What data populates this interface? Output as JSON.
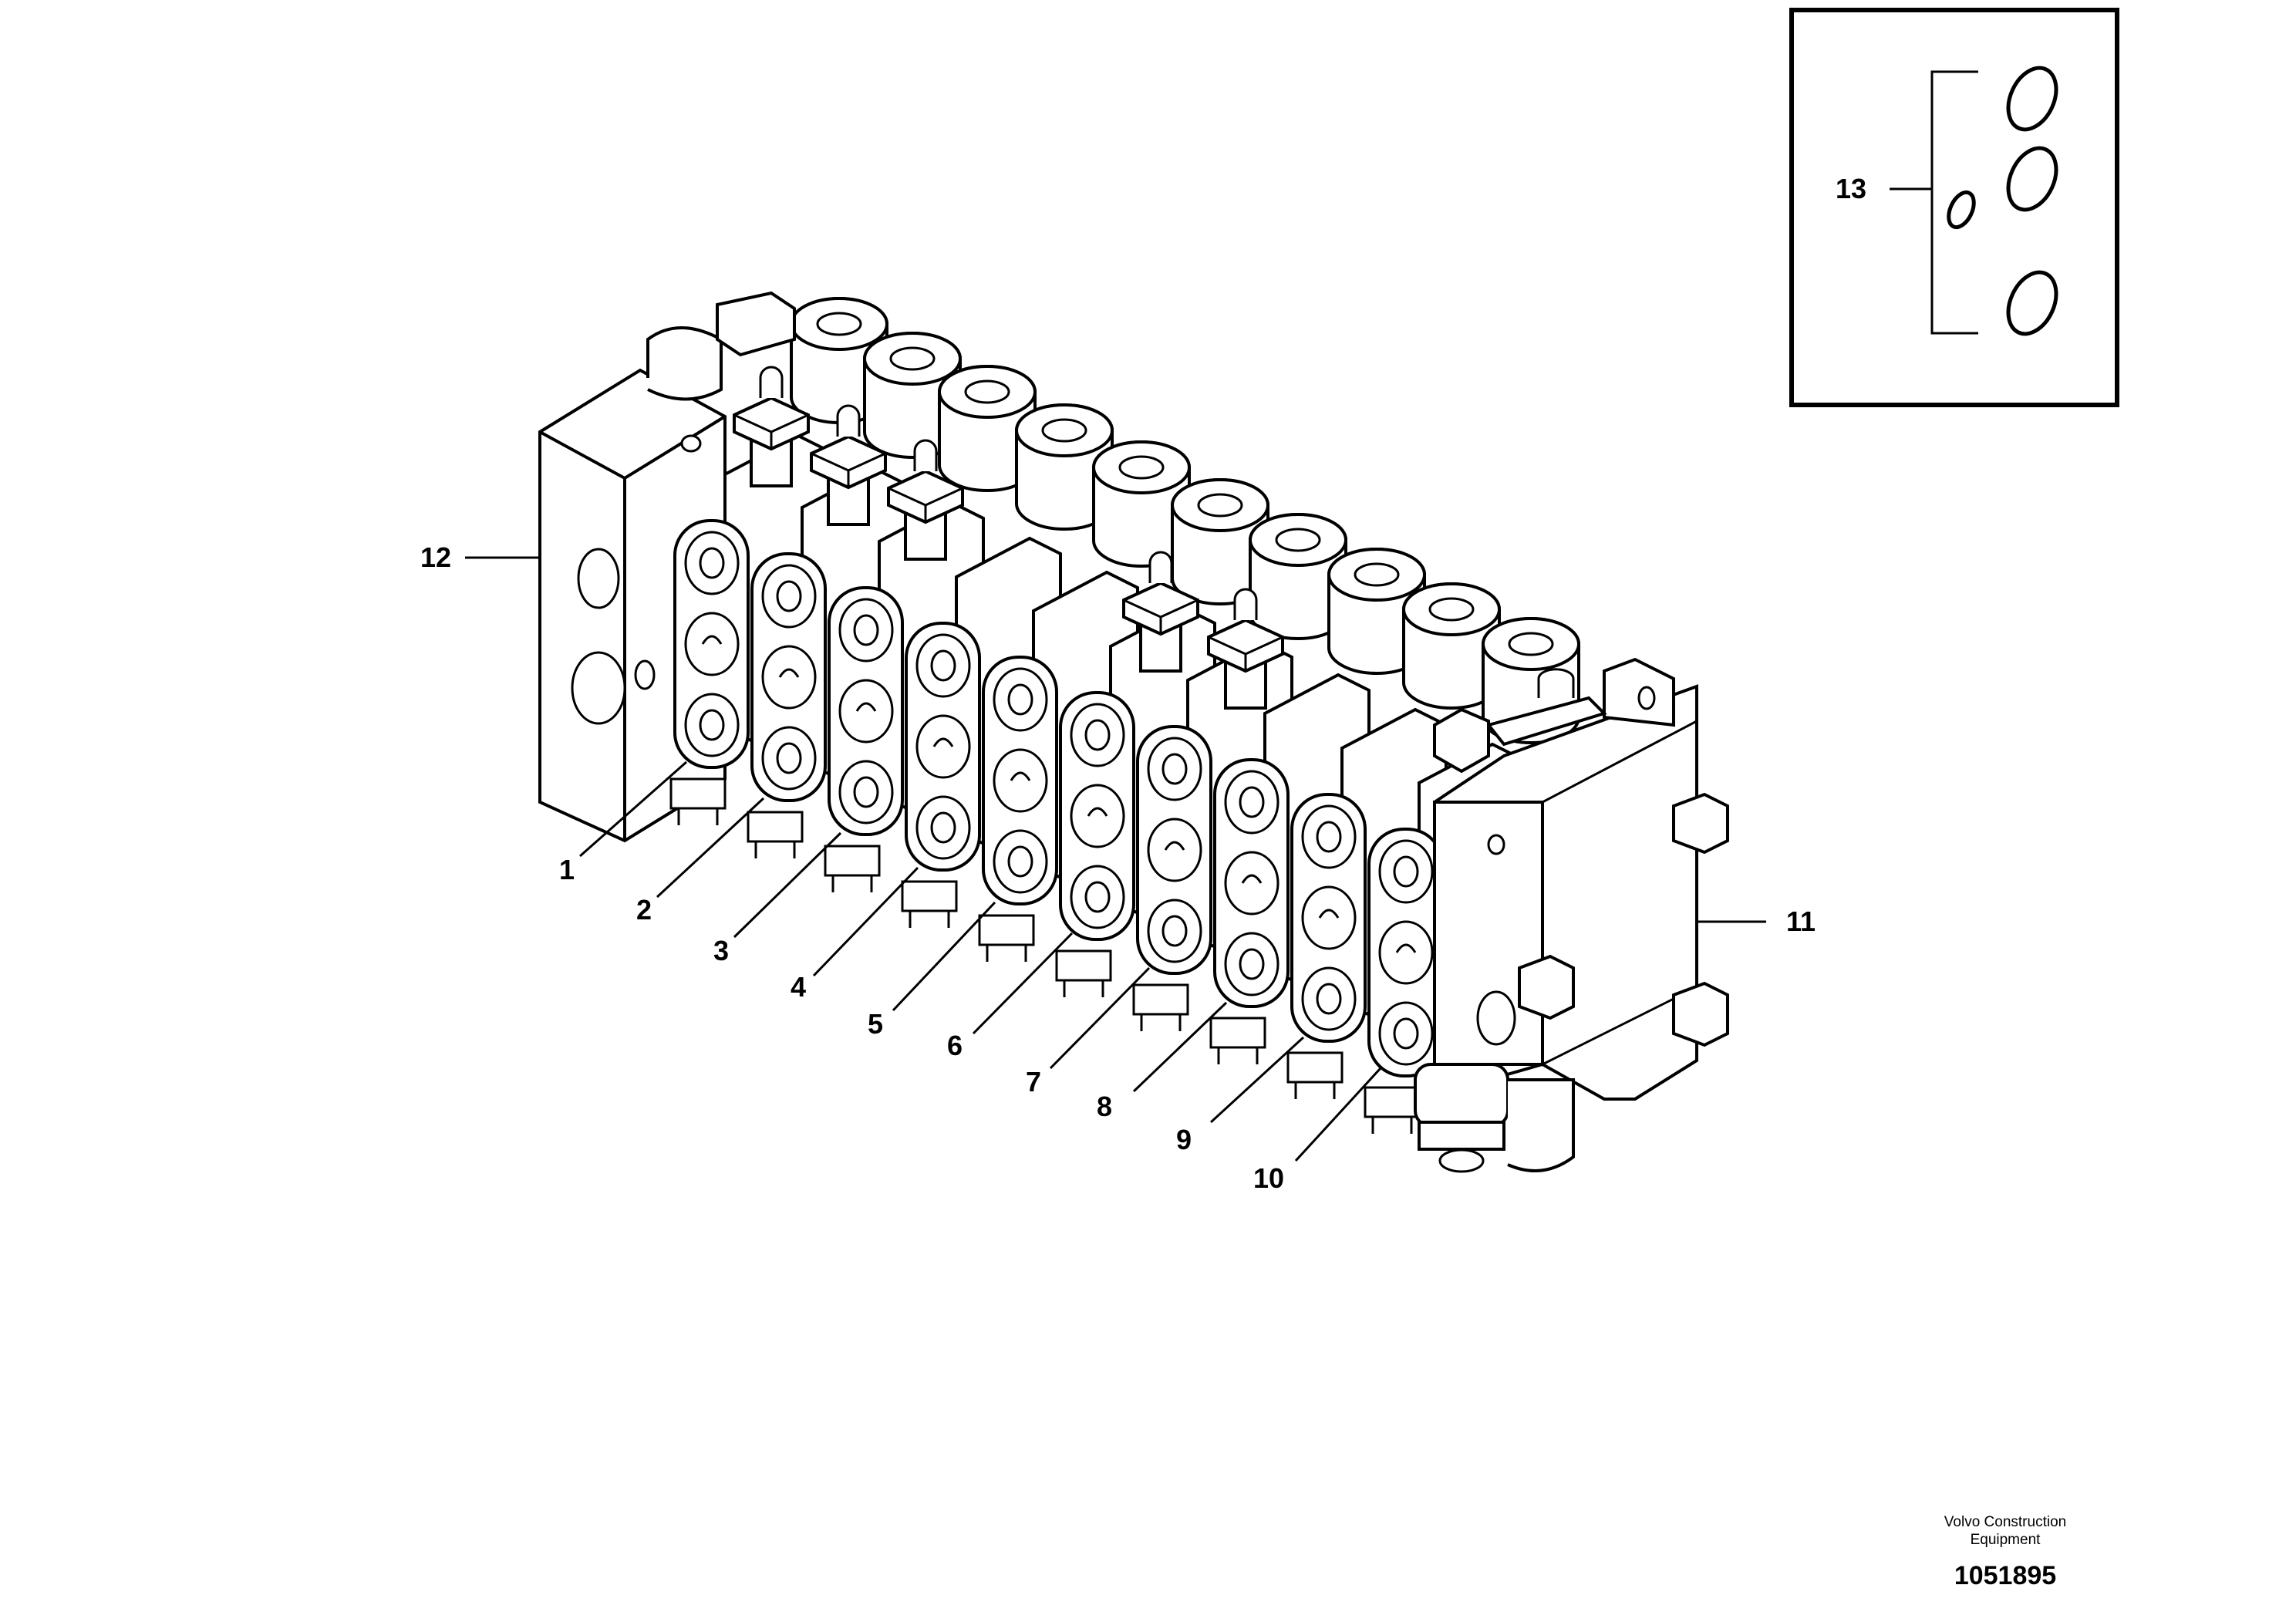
{
  "callouts": {
    "c1": "1",
    "c2": "2",
    "c3": "3",
    "c4": "4",
    "c5": "5",
    "c6": "6",
    "c7": "7",
    "c8": "8",
    "c9": "9",
    "c10": "10",
    "c11": "11",
    "c12": "12",
    "c13": "13"
  },
  "footer": {
    "company_line1": "Volvo Construction",
    "company_line2": "Equipment",
    "drawing_number": "1051895"
  },
  "colors": {
    "line": "#000000",
    "background": "#ffffff"
  }
}
